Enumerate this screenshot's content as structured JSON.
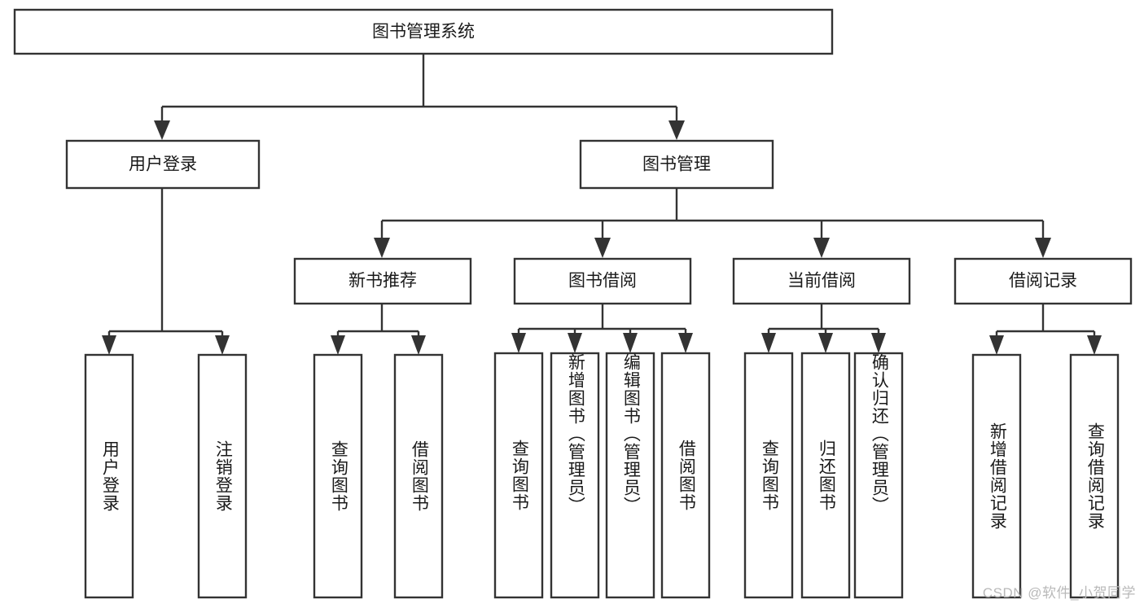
{
  "diagram": {
    "type": "tree-hierarchy",
    "orientation": "top-down",
    "root": {
      "id": "root",
      "label": "图书管理系统",
      "level": 0
    },
    "level1": [
      {
        "id": "user-login",
        "label": "用户登录"
      },
      {
        "id": "book-management",
        "label": "图书管理"
      }
    ],
    "level2": [
      {
        "id": "new-book-recommend",
        "label": "新书推荐",
        "parent": "book-management"
      },
      {
        "id": "book-borrow",
        "label": "图书借阅",
        "parent": "book-management"
      },
      {
        "id": "current-borrow",
        "label": "当前借阅",
        "parent": "book-management"
      },
      {
        "id": "borrow-record",
        "label": "借阅记录",
        "parent": "book-management"
      }
    ],
    "leaves": {
      "user-login": [
        {
          "id": "leaf-user-login",
          "label": "用户登录"
        },
        {
          "id": "leaf-logout",
          "label": "注销登录"
        }
      ],
      "new-book-recommend": [
        {
          "id": "leaf-query-book-1",
          "label": "查询图书"
        },
        {
          "id": "leaf-borrow-book-1",
          "label": "借阅图书"
        }
      ],
      "book-borrow": [
        {
          "id": "leaf-query-book-2",
          "label": "查询图书"
        },
        {
          "id": "leaf-add-book",
          "label": "新增图书（管理员）"
        },
        {
          "id": "leaf-edit-book",
          "label": "编辑图书（管理员）"
        },
        {
          "id": "leaf-borrow-book-2",
          "label": "借阅图书"
        }
      ],
      "current-borrow": [
        {
          "id": "leaf-query-book-3",
          "label": "查询图书"
        },
        {
          "id": "leaf-return-book",
          "label": "归还图书"
        },
        {
          "id": "leaf-confirm-return",
          "label": "确认归还（管理员）"
        }
      ],
      "borrow-record": [
        {
          "id": "leaf-add-record",
          "label": "新增借阅记录"
        },
        {
          "id": "leaf-query-record",
          "label": "查询借阅记录"
        }
      ]
    }
  },
  "watermark": {
    "text": "CSDN @软件_小贺同学"
  },
  "colors": {
    "stroke": "#333333",
    "box_fill": "#ffffff",
    "text": "#1a1a1a",
    "background": "#ffffff",
    "watermark": "#b9b9b9"
  }
}
